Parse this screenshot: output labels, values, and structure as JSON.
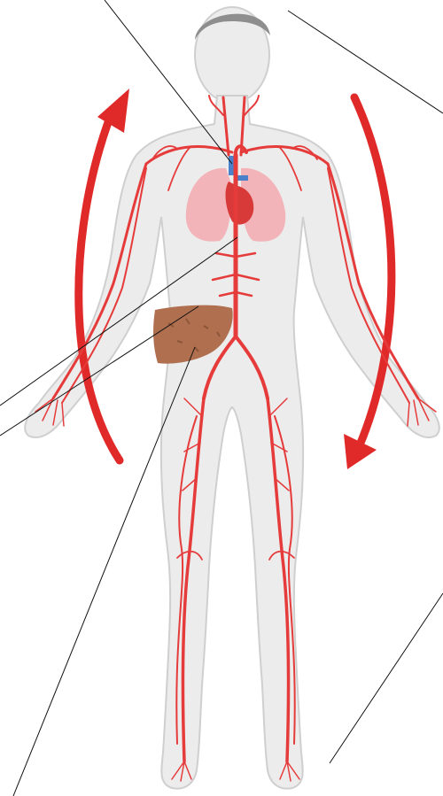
{
  "figure": {
    "labels": [],
    "colors": {
      "body_fill": "#ececec",
      "body_outline": "#cfcfcf",
      "head_hair": "#8e8e8e",
      "artery": "#e63b3b",
      "arrow": "#e02a2a",
      "lung": "#f2b4b8",
      "heart": "#d83a3a",
      "vein_blue": "#4a7fc9",
      "liver": "#b07050",
      "leader_line": "#111111"
    },
    "icons": [
      "human-body",
      "lungs-icon",
      "heart-icon",
      "liver-icon",
      "circulation-arrow-up",
      "circulation-arrow-down"
    ]
  }
}
